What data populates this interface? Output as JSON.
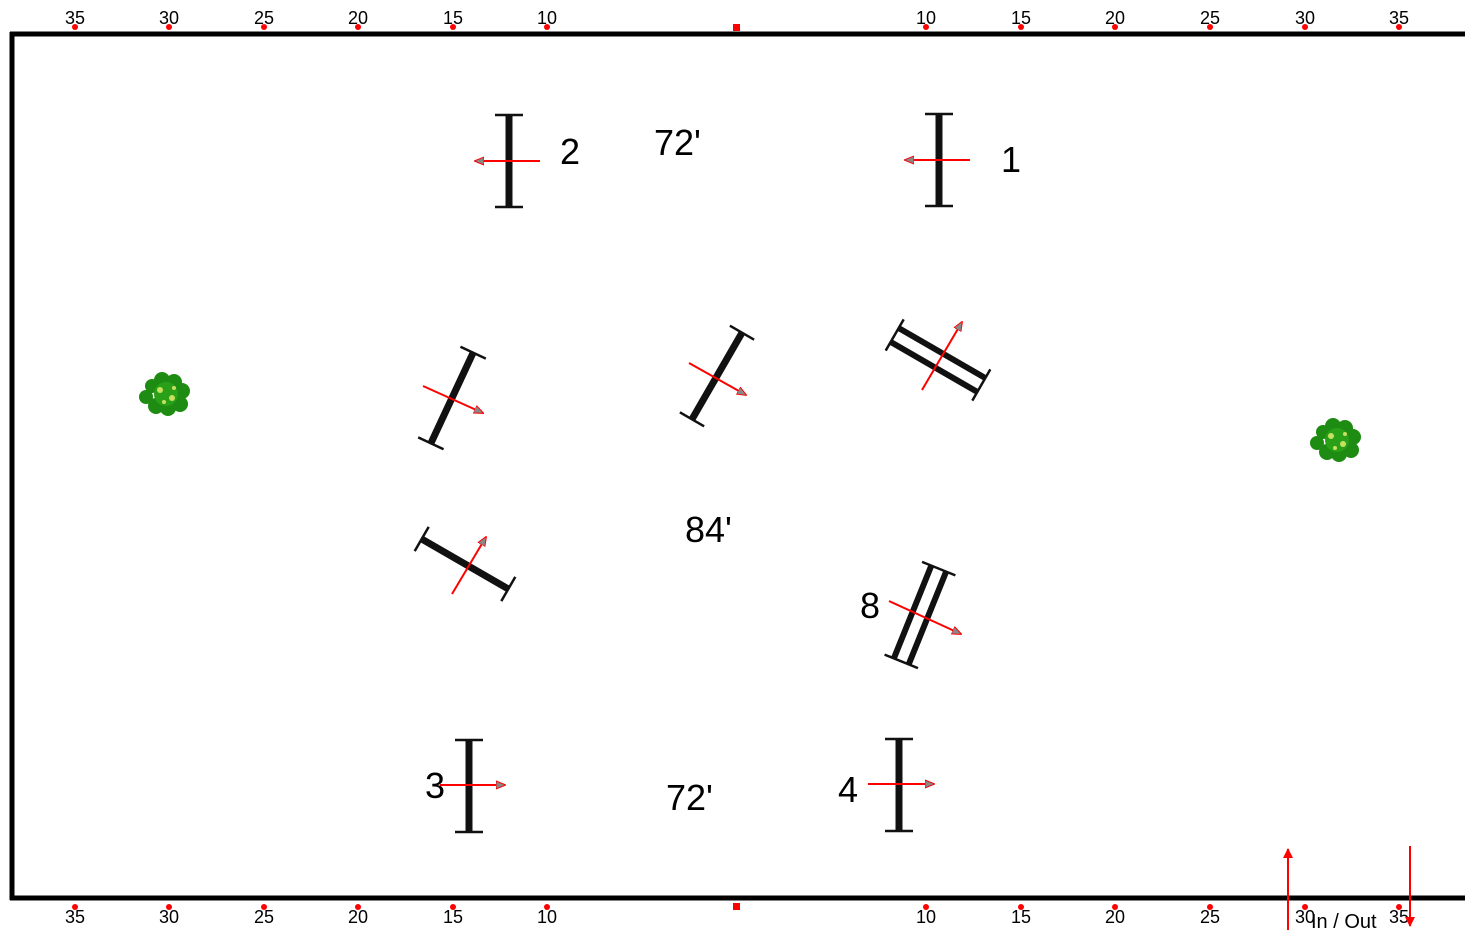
{
  "ruler_top": [
    "35",
    "30",
    "25",
    "20",
    "15",
    "10",
    "10",
    "15",
    "20",
    "25",
    "30",
    "35"
  ],
  "ruler_bottom": [
    "35",
    "30",
    "25",
    "20",
    "15",
    "10",
    "10",
    "15",
    "20",
    "25",
    "30",
    "35"
  ],
  "distances": {
    "top": "72'",
    "middle": "84'",
    "bottom": "72'"
  },
  "obstacle_numbers": {
    "n1": "1",
    "n2": "2",
    "n3": "3",
    "n4": "4",
    "n8": "8"
  },
  "gate_label": "In / Out",
  "colors": {
    "border": "#000000",
    "marker": "#ff0000",
    "arrow": "#ff0000",
    "arrowhead_fill": "#888888",
    "bush": "#1e8c12"
  },
  "icons": {
    "bush": "bush-icon",
    "jump": "vertical-jump-icon",
    "oxer": "oxer-jump-icon"
  }
}
